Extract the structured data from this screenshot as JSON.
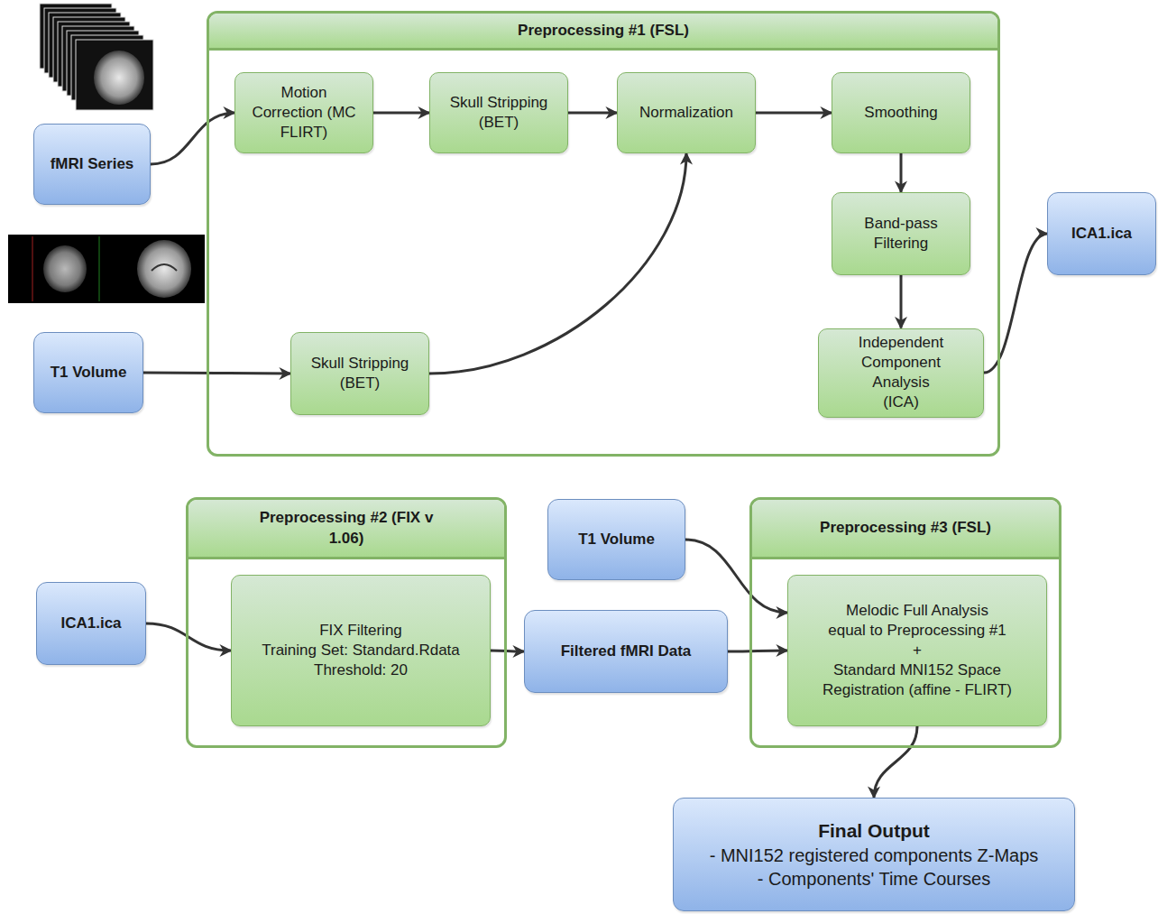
{
  "diagram": {
    "nodes": [
      {
        "text": [
          "fMRI Series"
        ]
      },
      {
        "text": [
          "Preprocessing #1 (FSL)"
        ]
      },
      {
        "text": [
          "Motion Correction (MC FLIRT)"
        ],
        "in": 1
      },
      {
        "text": [
          "Skull Stripping (BET)"
        ],
        "in": 1
      },
      {
        "text": [
          "Normalization"
        ],
        "in": 1
      },
      {
        "text": [
          "Smoothing"
        ],
        "in": 1
      },
      {
        "text": [
          "Band-pass Filtering"
        ],
        "in": 1
      },
      {
        "text": [
          "Skull Stripping (BET)"
        ],
        "in": 1
      },
      {
        "text": [
          "Independent Component Analysis (ICA)"
        ],
        "in": 1
      },
      {
        "text": [
          "T1 Volume"
        ]
      },
      {
        "text": [
          "ICA1.ica"
        ]
      },
      {
        "text": [
          "ICA1.ica"
        ]
      },
      {
        "text": [
          "Preprocessing #2 (FIX v 1.06)"
        ]
      },
      {
        "text": [
          "FIX Filtering",
          "Training Set: Standard.Rdata",
          "Threshold: 20"
        ],
        "in": 12
      },
      {
        "text": [
          "T1 Volume"
        ]
      },
      {
        "text": [
          "Filtered fMRI Data"
        ]
      },
      {
        "text": [
          "Preprocessing #3 (FSL)"
        ]
      },
      {
        "text": [
          "Melodic Full Analysis",
          "equal to Preprocessing #1",
          "+",
          "Standard MNI152 Space",
          "Registration (affine - FLIRT)"
        ],
        "in": 16
      },
      {
        "text": [
          "Final Output",
          "- MNI152 registered components Z-Maps",
          "- Components' Time Courses"
        ]
      }
    ],
    "edges": [
      {
        "from": 0,
        "to": 2,
        "arrow": "to"
      },
      {
        "from": 2,
        "to": 3,
        "arrow": "to"
      },
      {
        "from": 3,
        "to": 4,
        "arrow": "to"
      },
      {
        "from": 4,
        "to": 5,
        "arrow": "to"
      },
      {
        "from": 5,
        "to": 6,
        "arrow": "to"
      },
      {
        "from": 6,
        "to": 8,
        "arrow": "to"
      },
      {
        "from": 9,
        "to": 7,
        "arrow": "to"
      },
      {
        "from": 7,
        "to": 4,
        "arrow": "to"
      },
      {
        "from": 8,
        "to": 10,
        "arrow": "to"
      },
      {
        "from": 11,
        "to": 13,
        "arrow": "to"
      },
      {
        "from": 13,
        "to": 15,
        "arrow": "to"
      },
      {
        "from": 15,
        "to": 17,
        "arrow": "to"
      },
      {
        "from": 14,
        "to": 17,
        "arrow": "to"
      },
      {
        "from": 17,
        "to": 18,
        "arrow": "to"
      }
    ]
  }
}
